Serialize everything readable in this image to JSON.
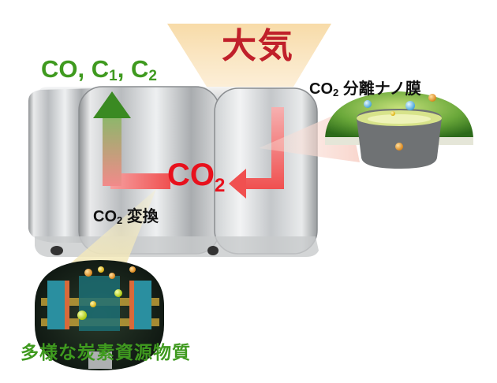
{
  "atmosphere": {
    "label": "大気"
  },
  "products": {
    "co": "CO,",
    "c1_base": "C",
    "c1_sub": "1",
    "c1_comma": ",",
    "c2_base": "C",
    "c2_sub": "2"
  },
  "co2_flow": {
    "base": "CO",
    "sub": "2"
  },
  "conversion": {
    "base": "CO",
    "sub": "2",
    "text": "変換"
  },
  "membrane": {
    "base": "CO",
    "sub": "2",
    "text": "分離ナノ膜"
  },
  "resources": {
    "label": "多様な炭素資源物質"
  },
  "colors": {
    "green_text": "#3f9a1f",
    "red_text": "#e8101c",
    "atmosphere_red": "#c0202a",
    "arrow_green": "#3a8a22",
    "arrow_red": "#f05050"
  },
  "icons": {
    "device": "metal-capsule-device",
    "membrane_inset": "green-dome-membrane",
    "conversion_inset": "electrochemical-cell"
  }
}
